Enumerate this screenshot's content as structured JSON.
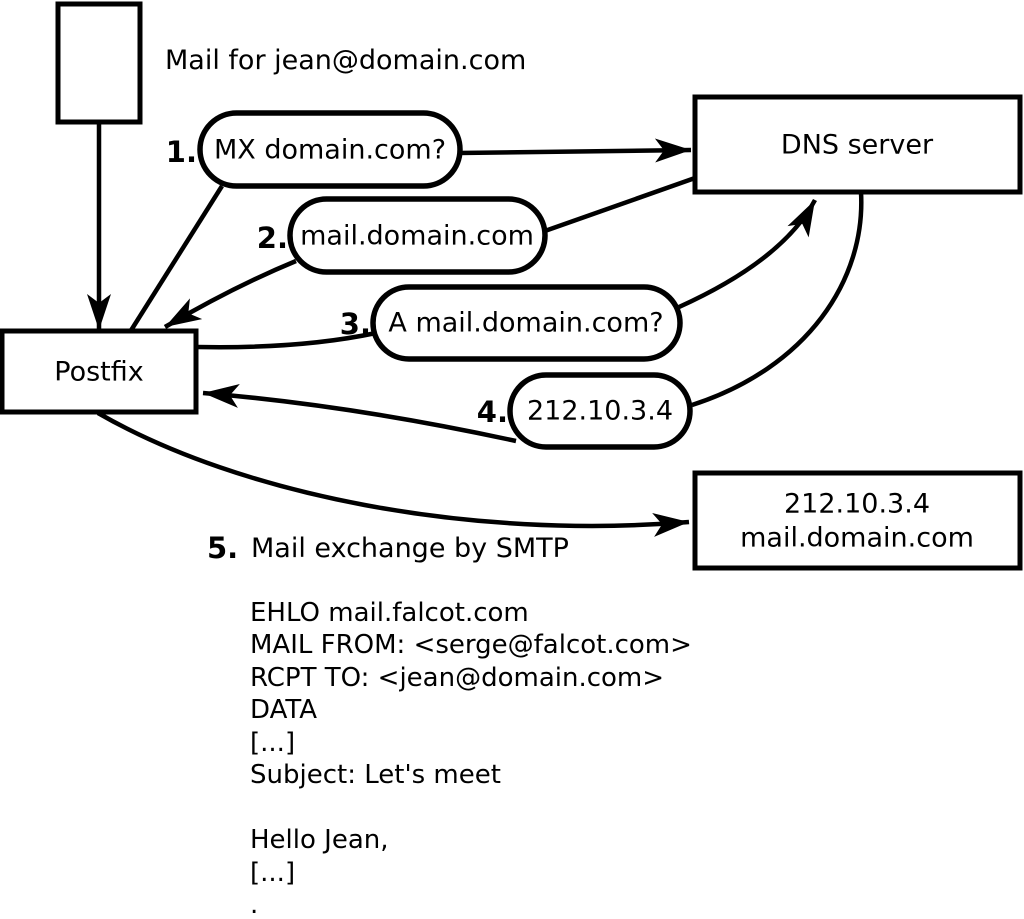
{
  "colors": {
    "ink": "#000000",
    "paper": "#ffffff"
  },
  "title": {
    "text": "Mail for jean@domain.com"
  },
  "nodes": {
    "postfix": {
      "label": "Postfix"
    },
    "dns_server": {
      "label": "DNS server"
    },
    "mail_server": {
      "line1": "212.10.3.4",
      "line2": "mail.domain.com"
    }
  },
  "steps": [
    {
      "number": "1.",
      "label": "MX domain.com?"
    },
    {
      "number": "2.",
      "label": "mail.domain.com"
    },
    {
      "number": "3.",
      "label": "A mail.domain.com?"
    },
    {
      "number": "4.",
      "label": "212.10.3.4"
    },
    {
      "number": "5.",
      "label": "Mail exchange by SMTP"
    }
  ],
  "smtp_session": {
    "lines": [
      "EHLO mail.falcot.com",
      "MAIL FROM: <serge@falcot.com>",
      "RCPT TO: <jean@domain.com>",
      "DATA",
      "[...]",
      "Subject: Let's meet",
      "",
      "Hello Jean,",
      "[...]",
      "."
    ]
  }
}
